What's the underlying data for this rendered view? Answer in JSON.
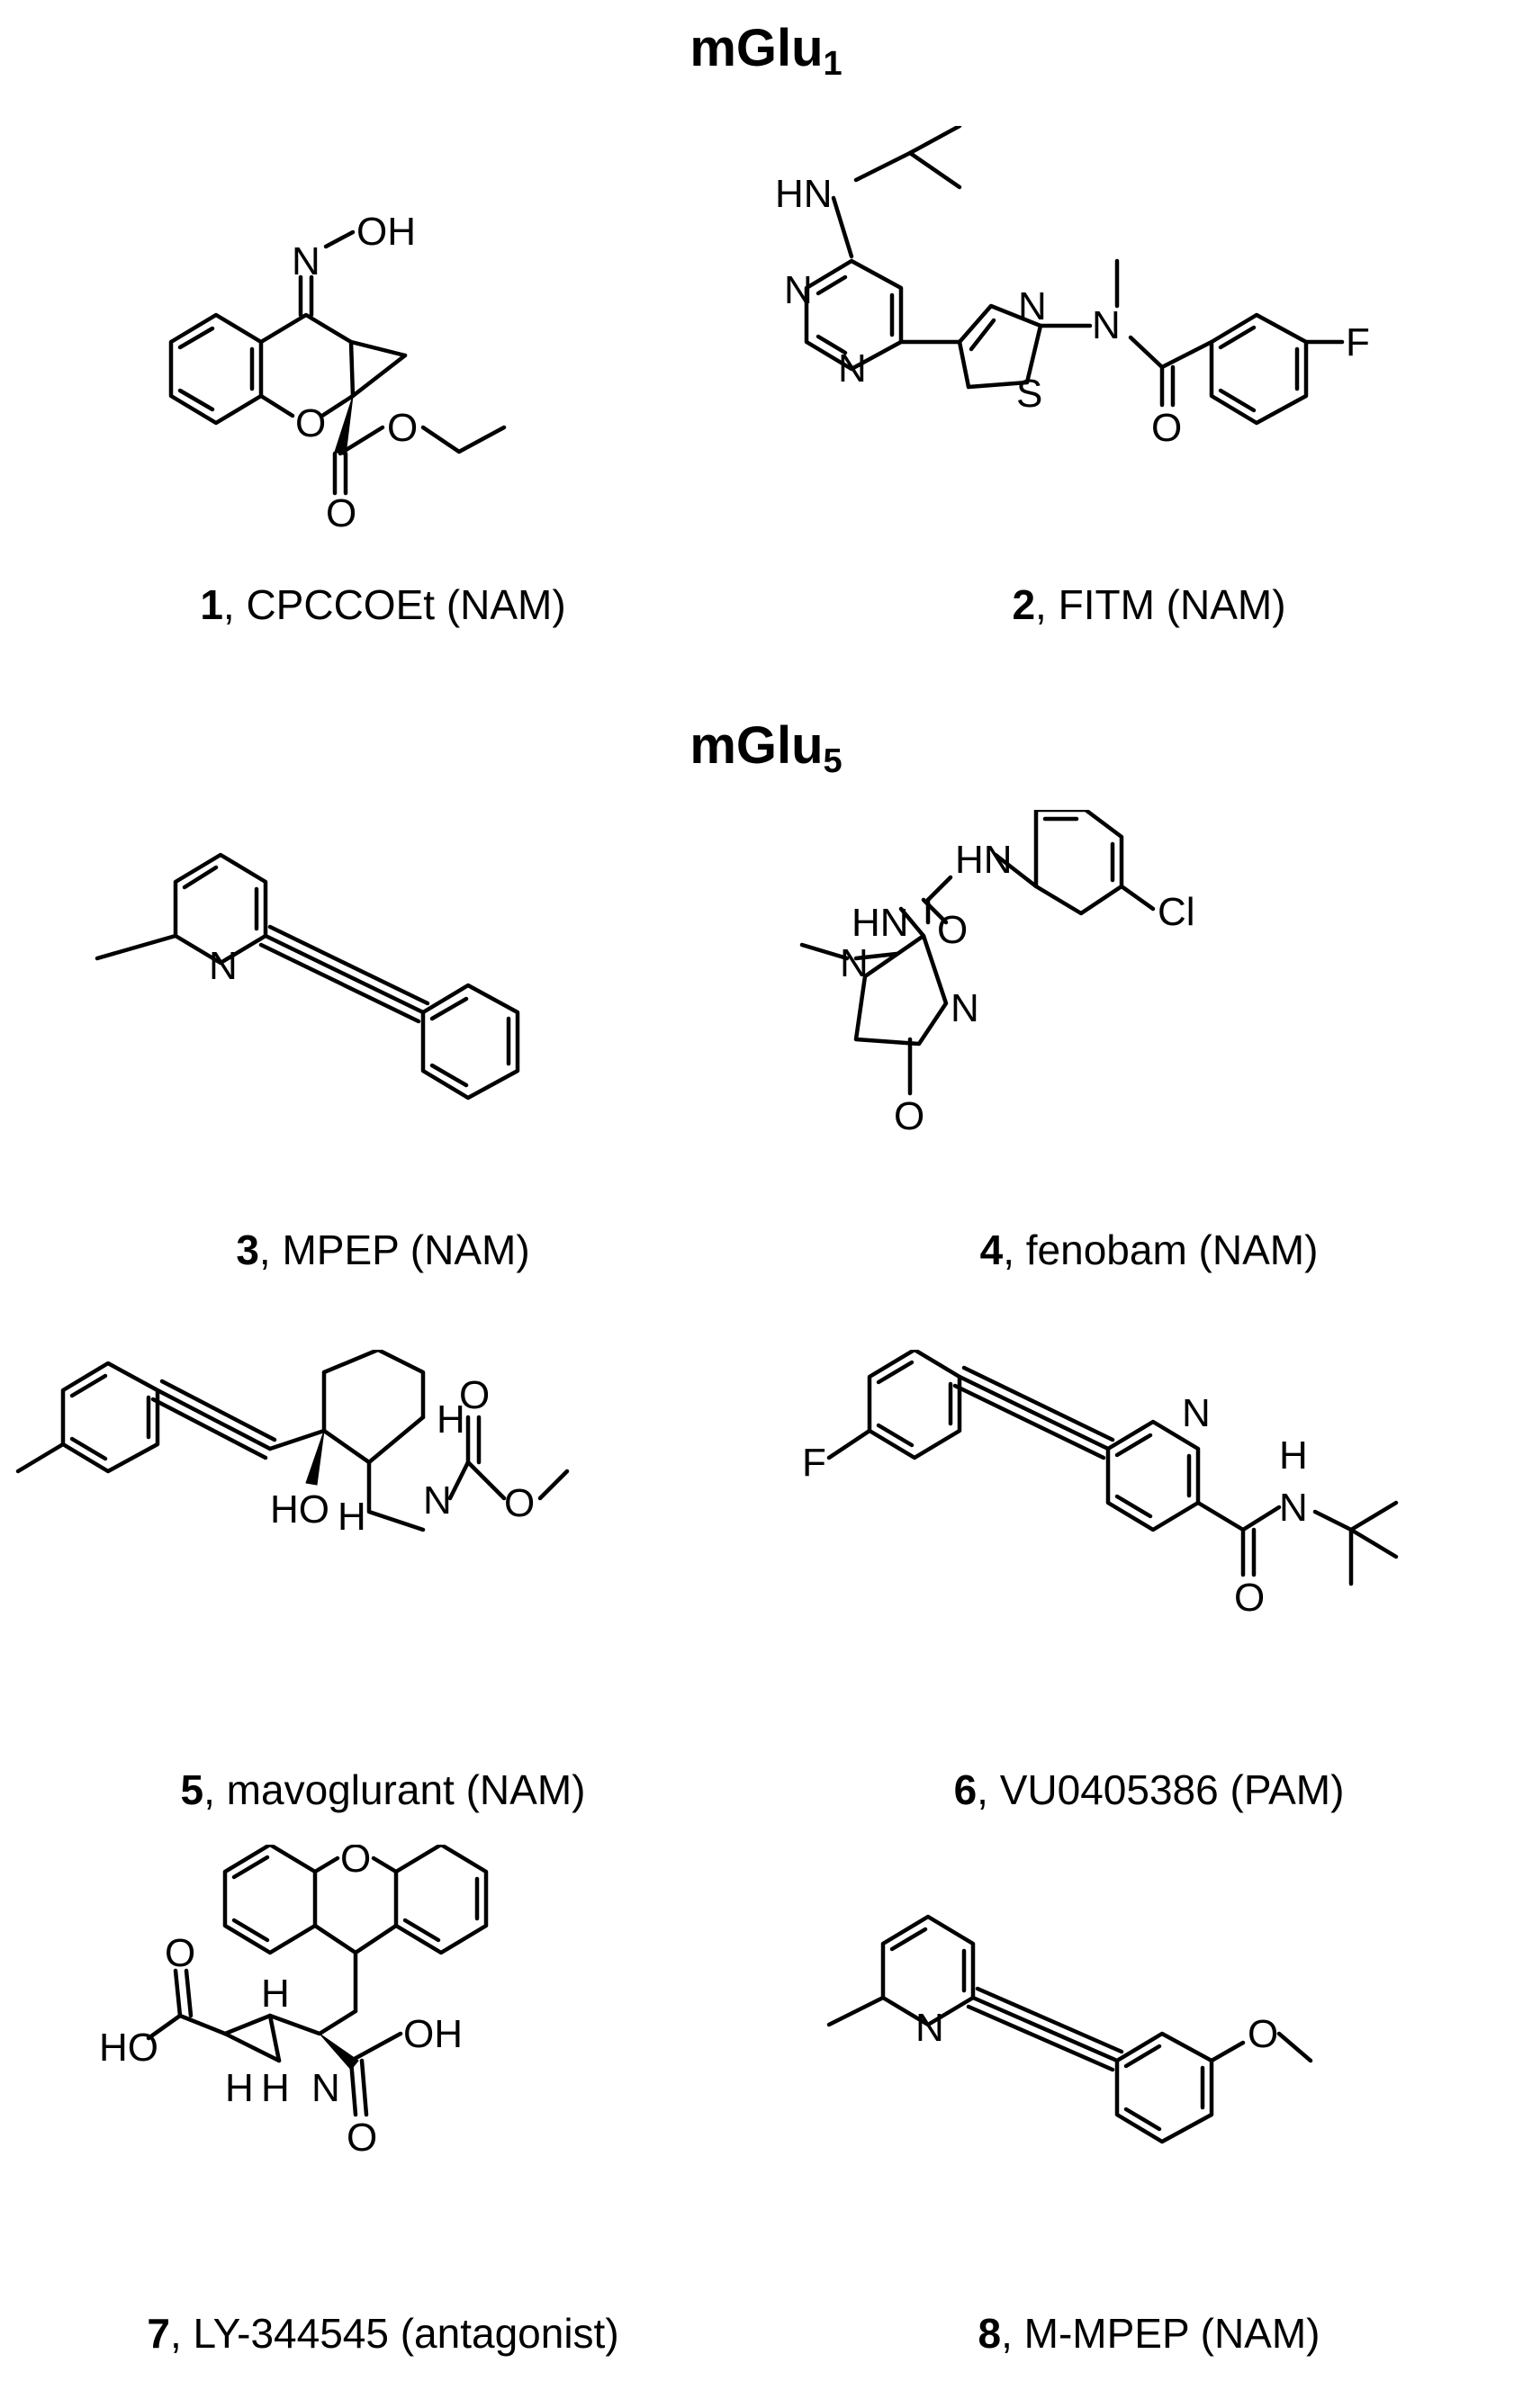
{
  "sections": [
    {
      "receptor": "mGlu",
      "subscript": "1"
    },
    {
      "receptor": "mGlu",
      "subscript": "5"
    }
  ],
  "compounds": [
    {
      "number": "1",
      "name": ", CPCCOEt (NAM)"
    },
    {
      "number": "2",
      "name": ", FITM (NAM)"
    },
    {
      "number": "3",
      "name": ", MPEP (NAM)"
    },
    {
      "number": "4",
      "name": ", fenobam (NAM)"
    },
    {
      "number": "5",
      "name": ", mavoglurant (NAM)"
    },
    {
      "number": "6",
      "name": ", VU0405386 (PAM)"
    },
    {
      "number": "7",
      "name": ", LY-344545 (antagonist)"
    },
    {
      "number": "8",
      "name": ", M-MPEP (NAM)"
    }
  ],
  "atom_labels": {
    "c1": [
      "N",
      "OH",
      "O",
      "O",
      "O"
    ],
    "c2": [
      "HN",
      "N",
      "N",
      "N",
      "S",
      "N",
      "O",
      "F"
    ],
    "c3": [
      "N"
    ],
    "c4": [
      "HN",
      "HN",
      "O",
      "Cl",
      "N",
      "N",
      "O"
    ],
    "c5": [
      "H",
      "N",
      "O",
      "O",
      "HO",
      "H"
    ],
    "c6": [
      "F",
      "N",
      "H",
      "N",
      "O"
    ],
    "c7": [
      "O",
      "O",
      "HO",
      "H",
      "OH",
      "H",
      "H",
      "N",
      "O"
    ],
    "c8": [
      "N",
      "O"
    ]
  },
  "icons": [
    "chemical-structure-icon"
  ]
}
